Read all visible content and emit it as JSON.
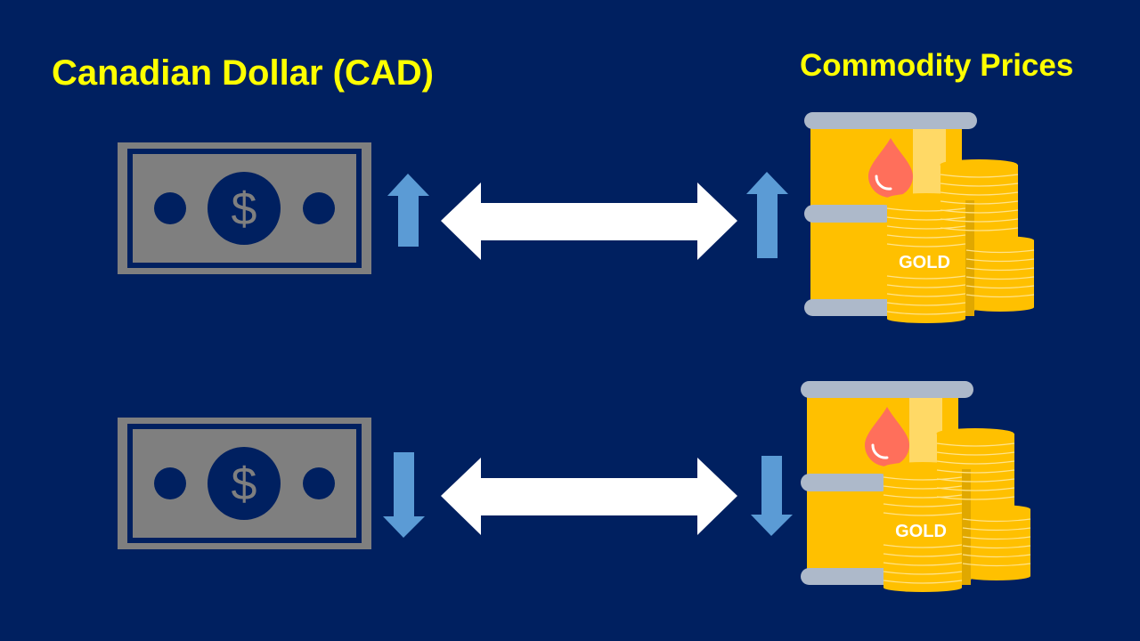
{
  "slide": {
    "left_title": "Canadian Dollar (CAD)",
    "right_title": "Commodity Prices",
    "coin_label": "GOLD",
    "rows": [
      {
        "cad_direction": "up",
        "commodity_direction": "up"
      },
      {
        "cad_direction": "down",
        "commodity_direction": "down"
      }
    ],
    "colors": {
      "background": "#002060",
      "title": "#FFFF00",
      "direction_arrow": "#5B9BD5",
      "double_arrow": "#FFFFFF",
      "banknote": "#7F7F7F",
      "barrel": "#FFC000",
      "oil_drop": "#FF6F5B"
    },
    "icons": [
      "banknote-icon",
      "oil-barrel-icon",
      "gold-coins-icon",
      "oil-drop-icon",
      "arrow-up-icon",
      "arrow-down-icon",
      "double-arrow-icon"
    ]
  }
}
